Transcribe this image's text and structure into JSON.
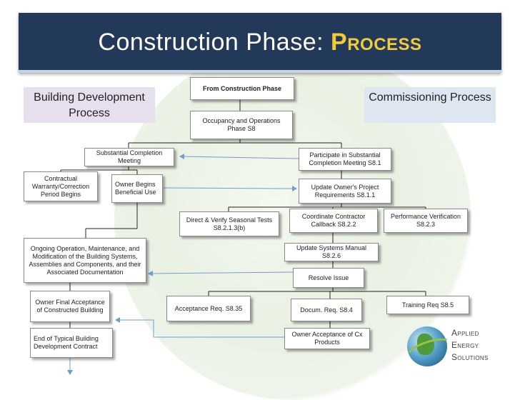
{
  "title": {
    "main": "Construction Phase: ",
    "accent": "Process"
  },
  "labels": {
    "left": "Building Development Process",
    "right": "Commissioning Process"
  },
  "boxes": {
    "from_construction": "From Construction Phase",
    "occupancy": "Occupancy and Operations Phase S8",
    "substantial_completion": "Substantial Completion Meeting",
    "participate": "Participate in Substantial Completion Meeting S8.1",
    "contractual": "Contractual Warranty/Correction Period Begins",
    "owner_begins": "Owner Begins Beneficial Use",
    "update_opr": "Update Owner's Project Requirements S8.1.1",
    "direct_verify": "Direct & Verify Seasonal Tests S8.2.1.3(b)",
    "coordinate": "Coordinate Contractor Callback S8.2.2",
    "performance": "Performance Verification S8.2.3",
    "ongoing": "Ongoing Operation, Maintenance, and Modification of the Building Systems, Assemblies and Components, and their Associated Documentation",
    "update_manual": "Update Systems Manual S8.2.6",
    "resolve": "Resolve Issue",
    "owner_final": "Owner Final Acceptance of Constructed Building",
    "acceptance_req": "Acceptance Req. S8.35",
    "docum_req": "Docum. Req. S8.4",
    "training": "Training Req S8.5",
    "owner_acceptance_cx": "Owner Acceptance of Cx Products",
    "end_typical": "End of Typical Building Development Contract"
  },
  "logo": {
    "line1": "Applied",
    "line2": "Energy",
    "line3": "Solutions"
  },
  "colors": {
    "title_bg": "#22395a",
    "title_accent": "#f2cb3a",
    "left_label_bg": "#e6dfee",
    "right_label_bg": "#dee6f1",
    "connector": "#222222",
    "arrow": "#6f9fce"
  }
}
